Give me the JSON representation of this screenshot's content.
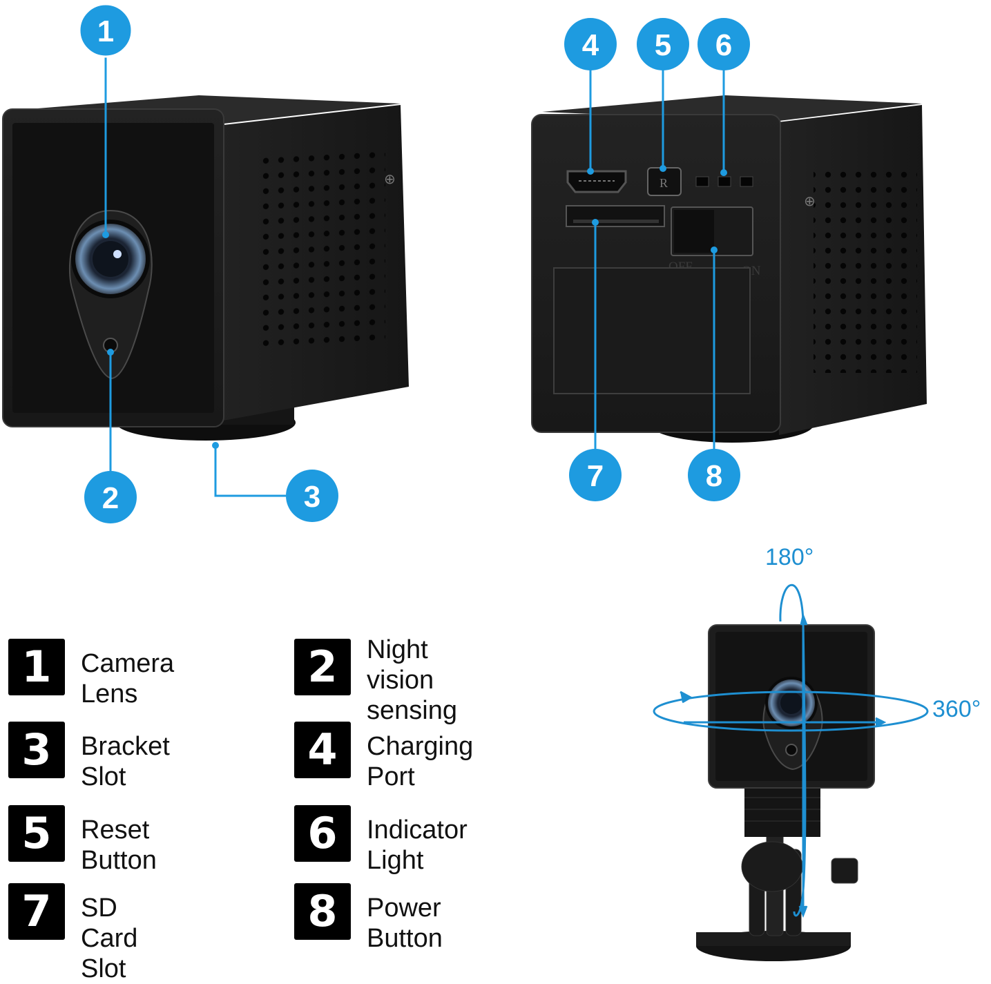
{
  "callouts": [
    "1",
    "2",
    "3",
    "4",
    "5",
    "6",
    "7",
    "8"
  ],
  "switch_labels": {
    "off": "OFF",
    "on": "ON"
  },
  "reset_mark": "R",
  "rotation": {
    "vertical": "180°",
    "horizontal": "360°"
  },
  "legend": [
    {
      "number": "1",
      "label": "Camera Lens"
    },
    {
      "number": "2",
      "label": "Night vision\nsensing"
    },
    {
      "number": "3",
      "label": "Bracket Slot"
    },
    {
      "number": "4",
      "label": "Charging Port"
    },
    {
      "number": "5",
      "label": "Reset Button"
    },
    {
      "number": "6",
      "label": "Indicator Light"
    },
    {
      "number": "7",
      "label": "SD Card Slot"
    },
    {
      "number": "8",
      "label": "Power Button"
    }
  ],
  "colors": {
    "callout": "#1e9be0",
    "line": "#1e9be0",
    "device": "#1b1b1b",
    "badge": "#000000"
  }
}
